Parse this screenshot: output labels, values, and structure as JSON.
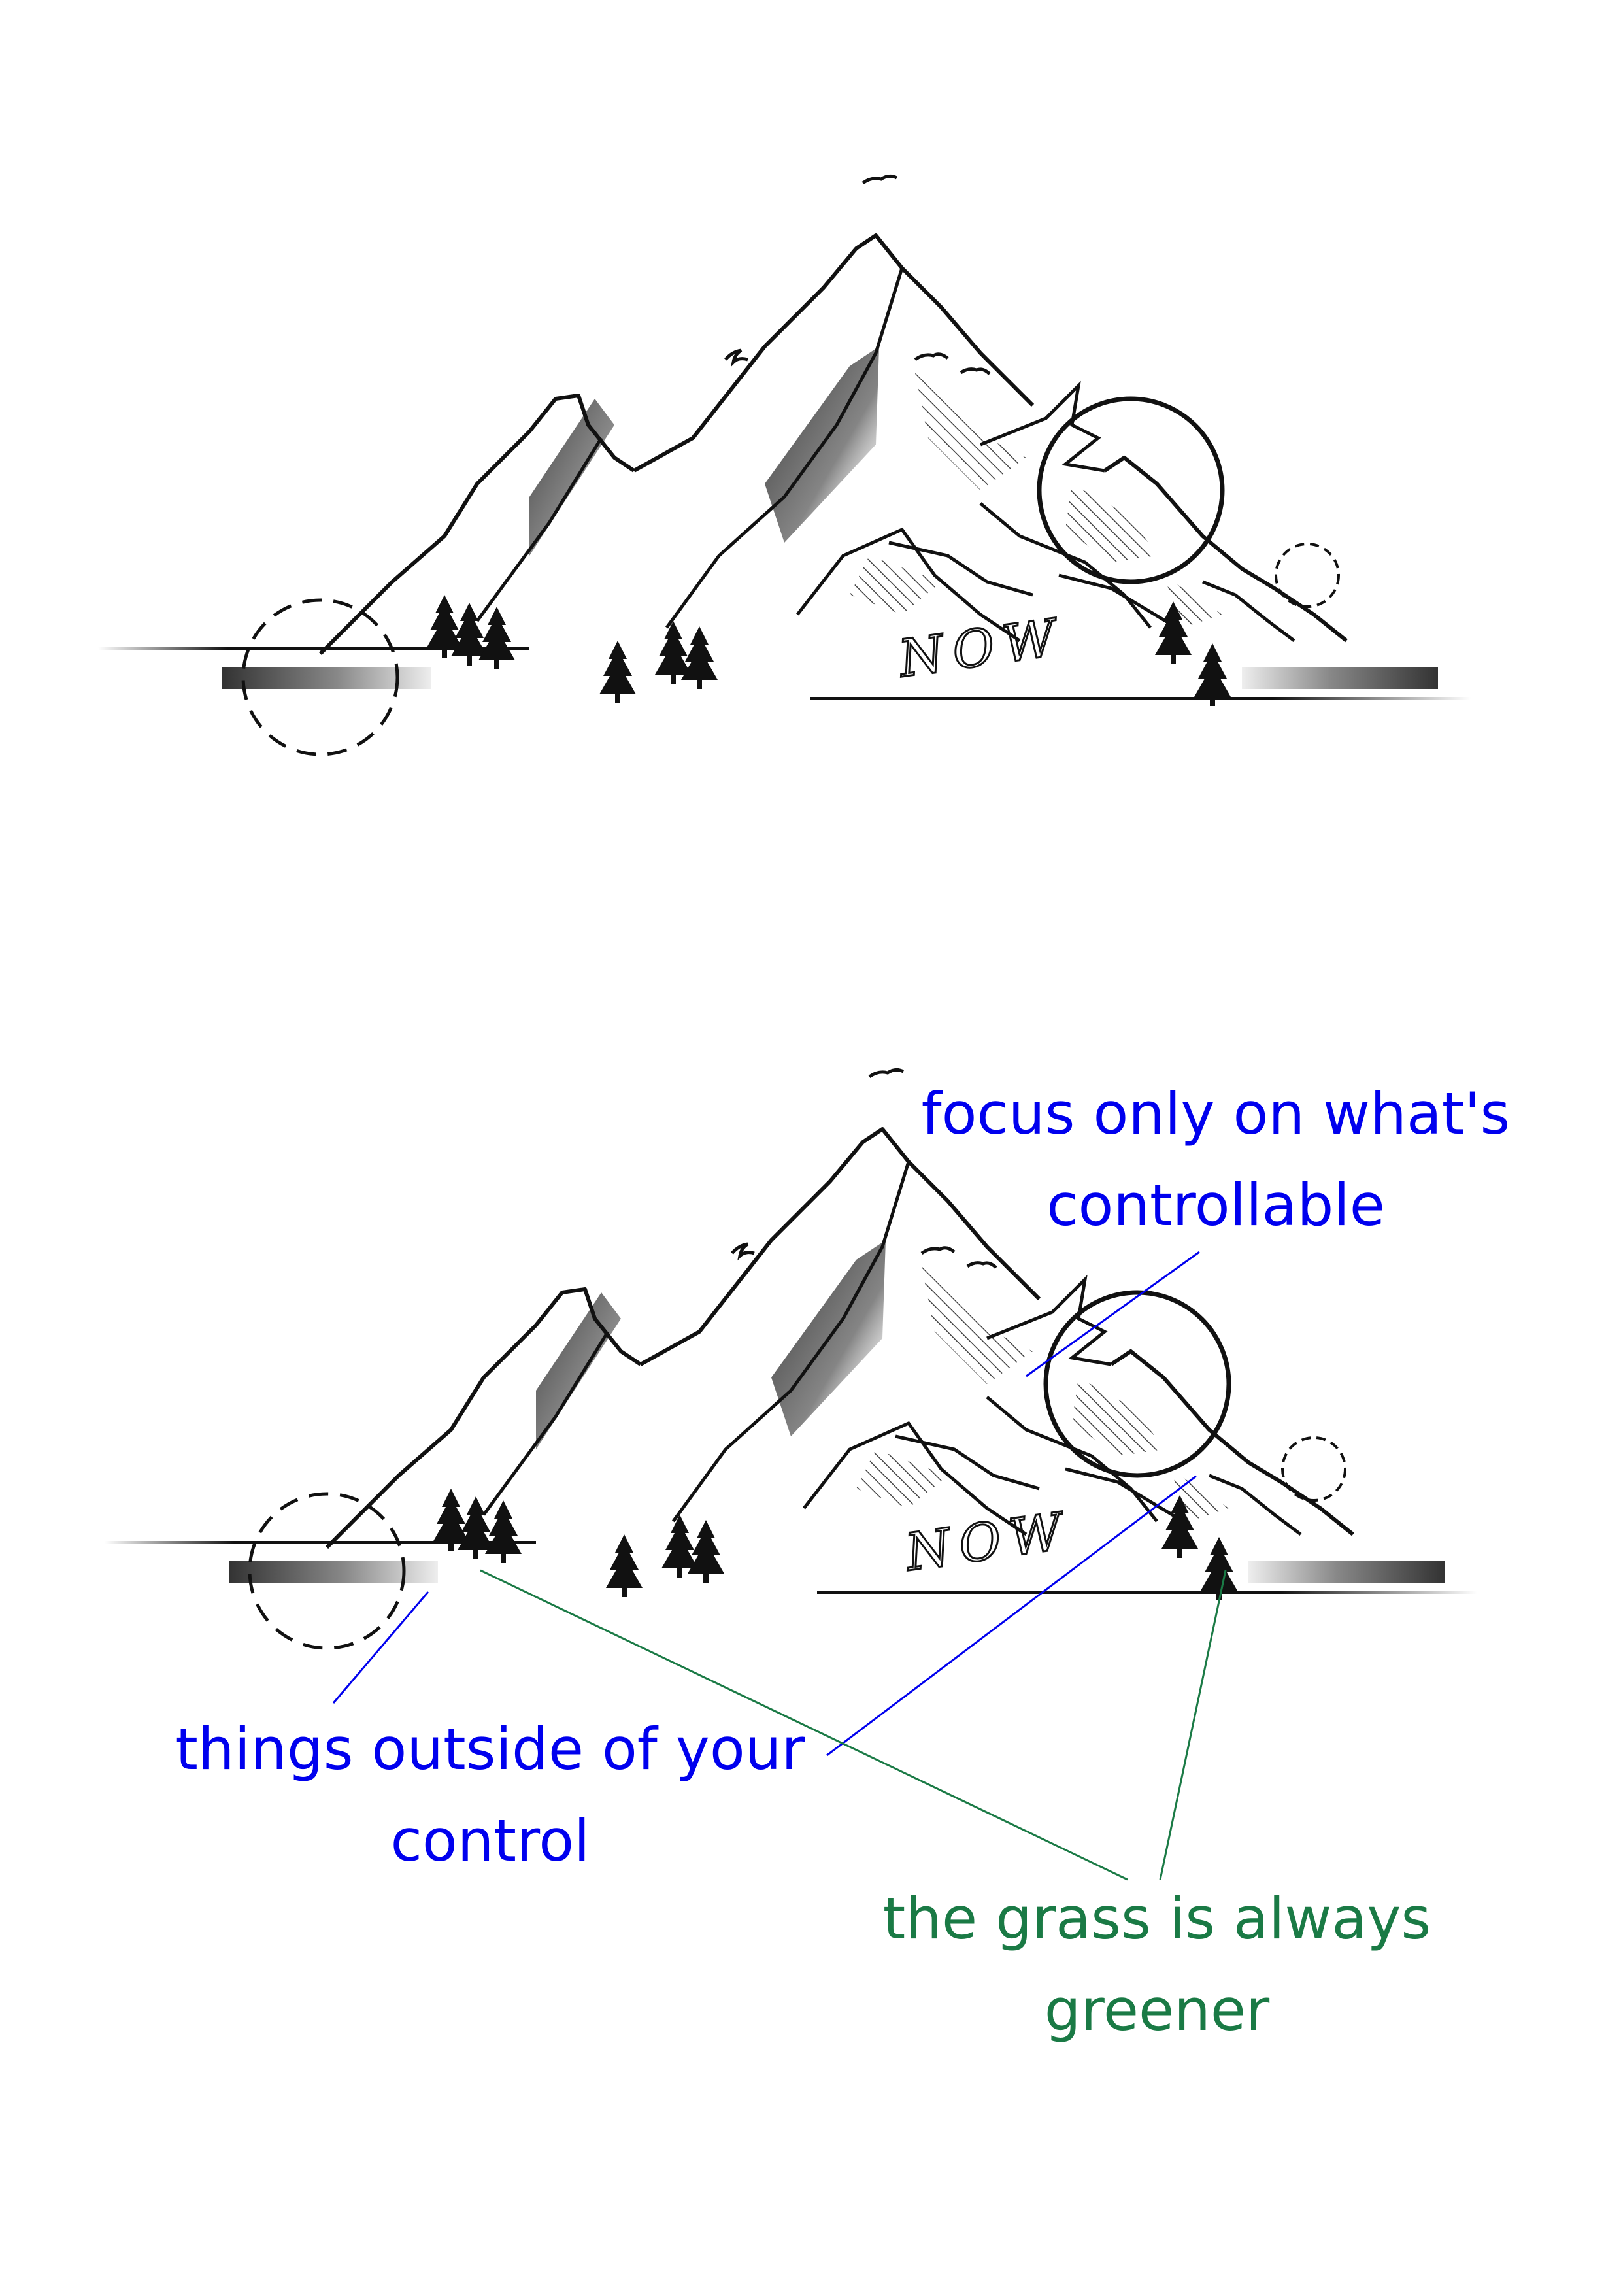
{
  "colors": {
    "annotation_blue": "#0000ee",
    "annotation_green": "#1a7a45",
    "ink": "#111111"
  },
  "drawing": {
    "word": "NOW"
  },
  "annotations": {
    "focus": {
      "line1": "focus only on what's",
      "line2": "controllable"
    },
    "outside": {
      "line1": "things outside of your",
      "line2": "control"
    },
    "grass": {
      "line1": "the grass is always",
      "line2": "greener"
    }
  }
}
